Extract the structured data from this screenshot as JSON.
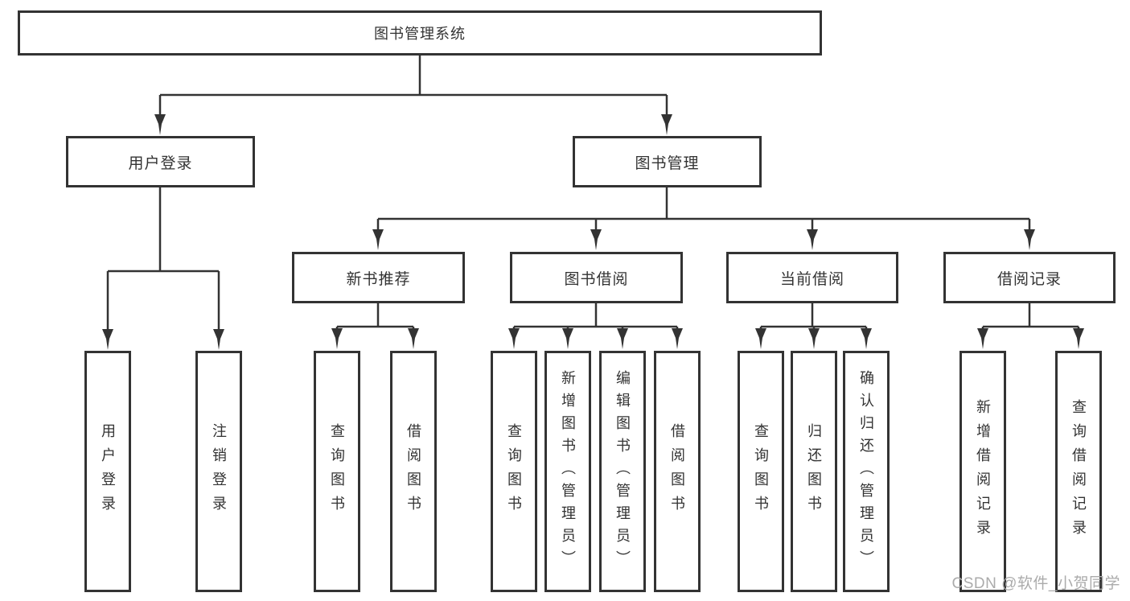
{
  "root": {
    "label": "图书管理系统"
  },
  "branches": [
    {
      "label": "用户登录"
    },
    {
      "label": "图书管理"
    }
  ],
  "modules": [
    {
      "label": "新书推荐"
    },
    {
      "label": "图书借阅"
    },
    {
      "label": "当前借阅"
    },
    {
      "label": "借阅记录"
    }
  ],
  "leaves": {
    "user_login": [
      {
        "label": "用户登录"
      },
      {
        "label": "注销登录"
      }
    ],
    "new_book": [
      {
        "label": "查询图书"
      },
      {
        "label": "借阅图书"
      }
    ],
    "book_borrow": [
      {
        "label": "查询图书"
      },
      {
        "label": "新增图书（管理员）"
      },
      {
        "label": "编辑图书（管理员）"
      },
      {
        "label": "借阅图书"
      }
    ],
    "current_borrow": [
      {
        "label": "查询图书"
      },
      {
        "label": "归还图书"
      },
      {
        "label": "确认归还（管理员）"
      }
    ],
    "borrow_record": [
      {
        "label": "新增借阅记录"
      },
      {
        "label": "查询借阅记录"
      }
    ]
  },
  "watermark": "CSDN @软件_小贺同学",
  "colors": {
    "line": "#333333",
    "text": "#333333",
    "box_background": "#ffffff",
    "watermark": "#ababab"
  }
}
